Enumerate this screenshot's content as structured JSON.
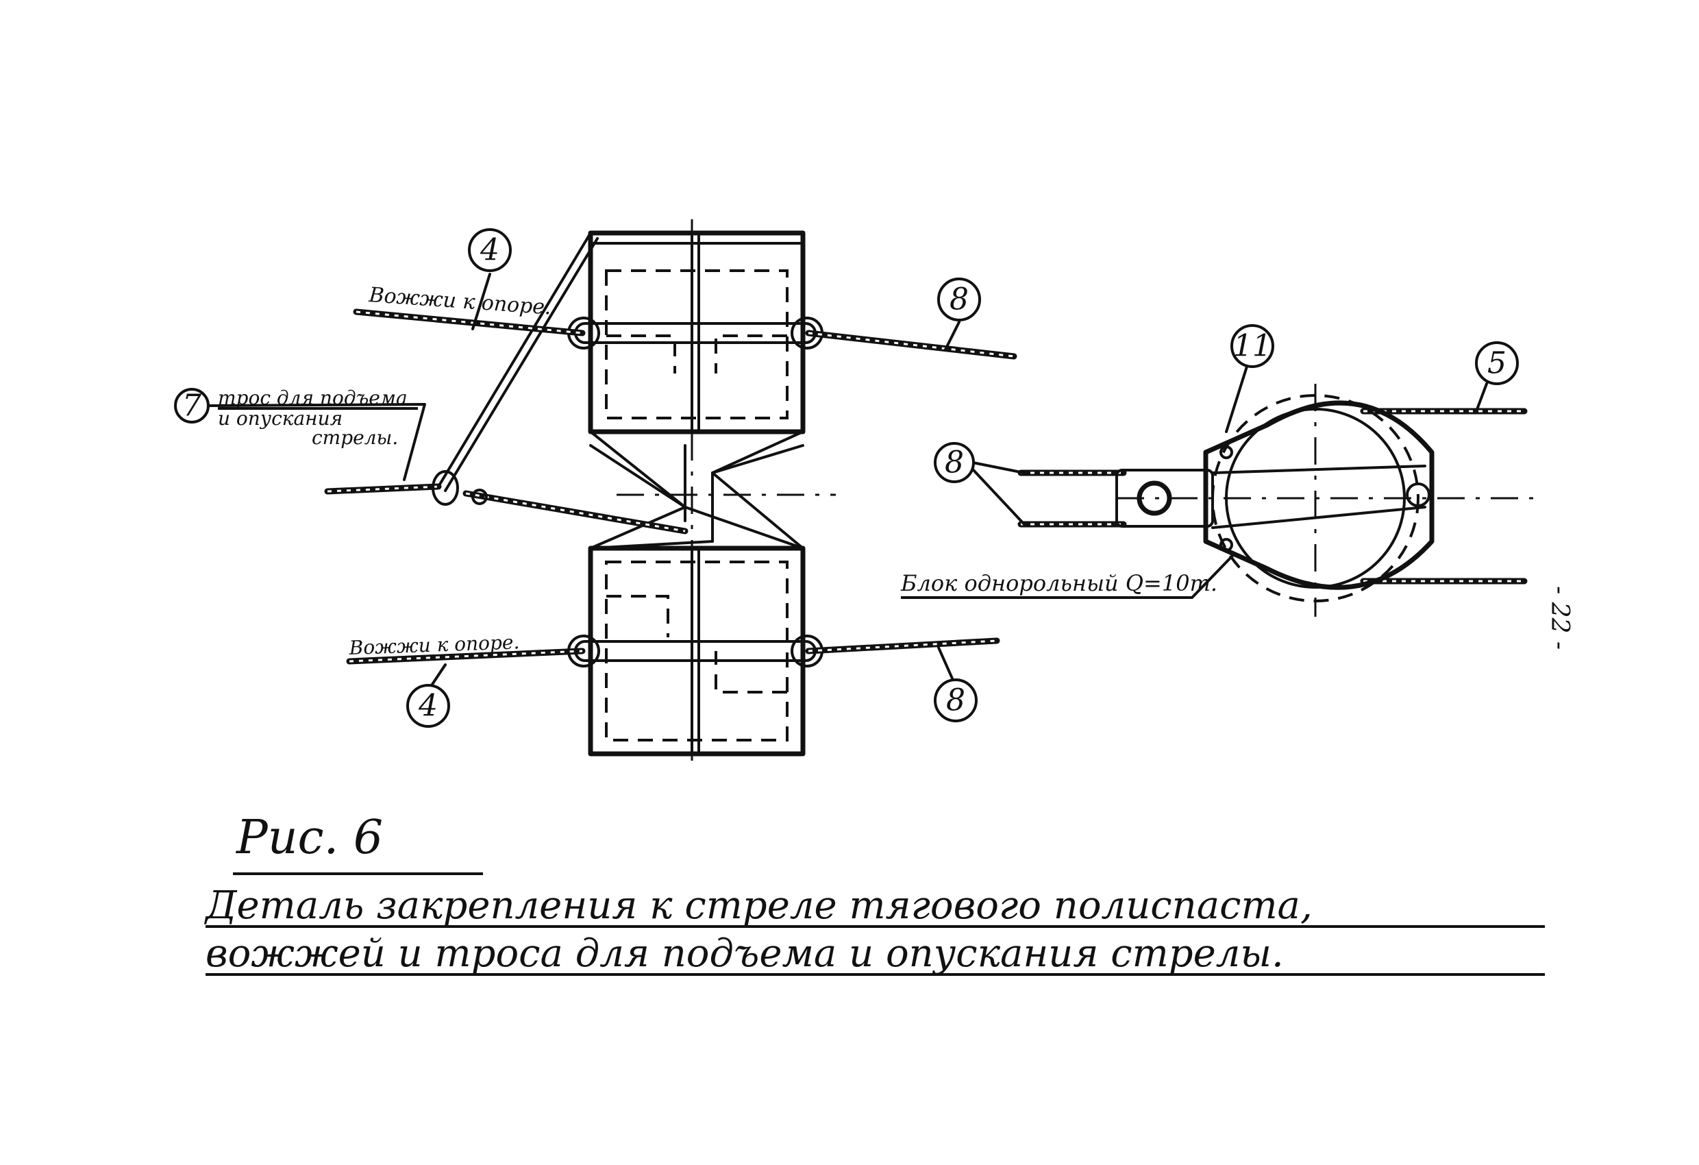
{
  "callouts": {
    "c4_top": "4",
    "c4_bottom": "4",
    "c7": "7",
    "c8_right_top": "8",
    "c8_right_bottom": "8",
    "c8_block": "8",
    "c11": "11",
    "c5": "5"
  },
  "labels": {
    "guy_top": "Вожжи к опоре.",
    "guy_bottom": "Вожжи к опоре.",
    "rope_line1": "трос для подъема",
    "rope_line2": "и опускания",
    "rope_line3": "стрелы.",
    "block": "Блок однорольный Q=10т."
  },
  "page_number": "- 22 -",
  "caption": {
    "fig": "Рис. 6",
    "line1": "Деталь закрепления к стреле тягового полиспаста,",
    "line2": "вожжей и троса для подъема и опускания стрелы."
  }
}
